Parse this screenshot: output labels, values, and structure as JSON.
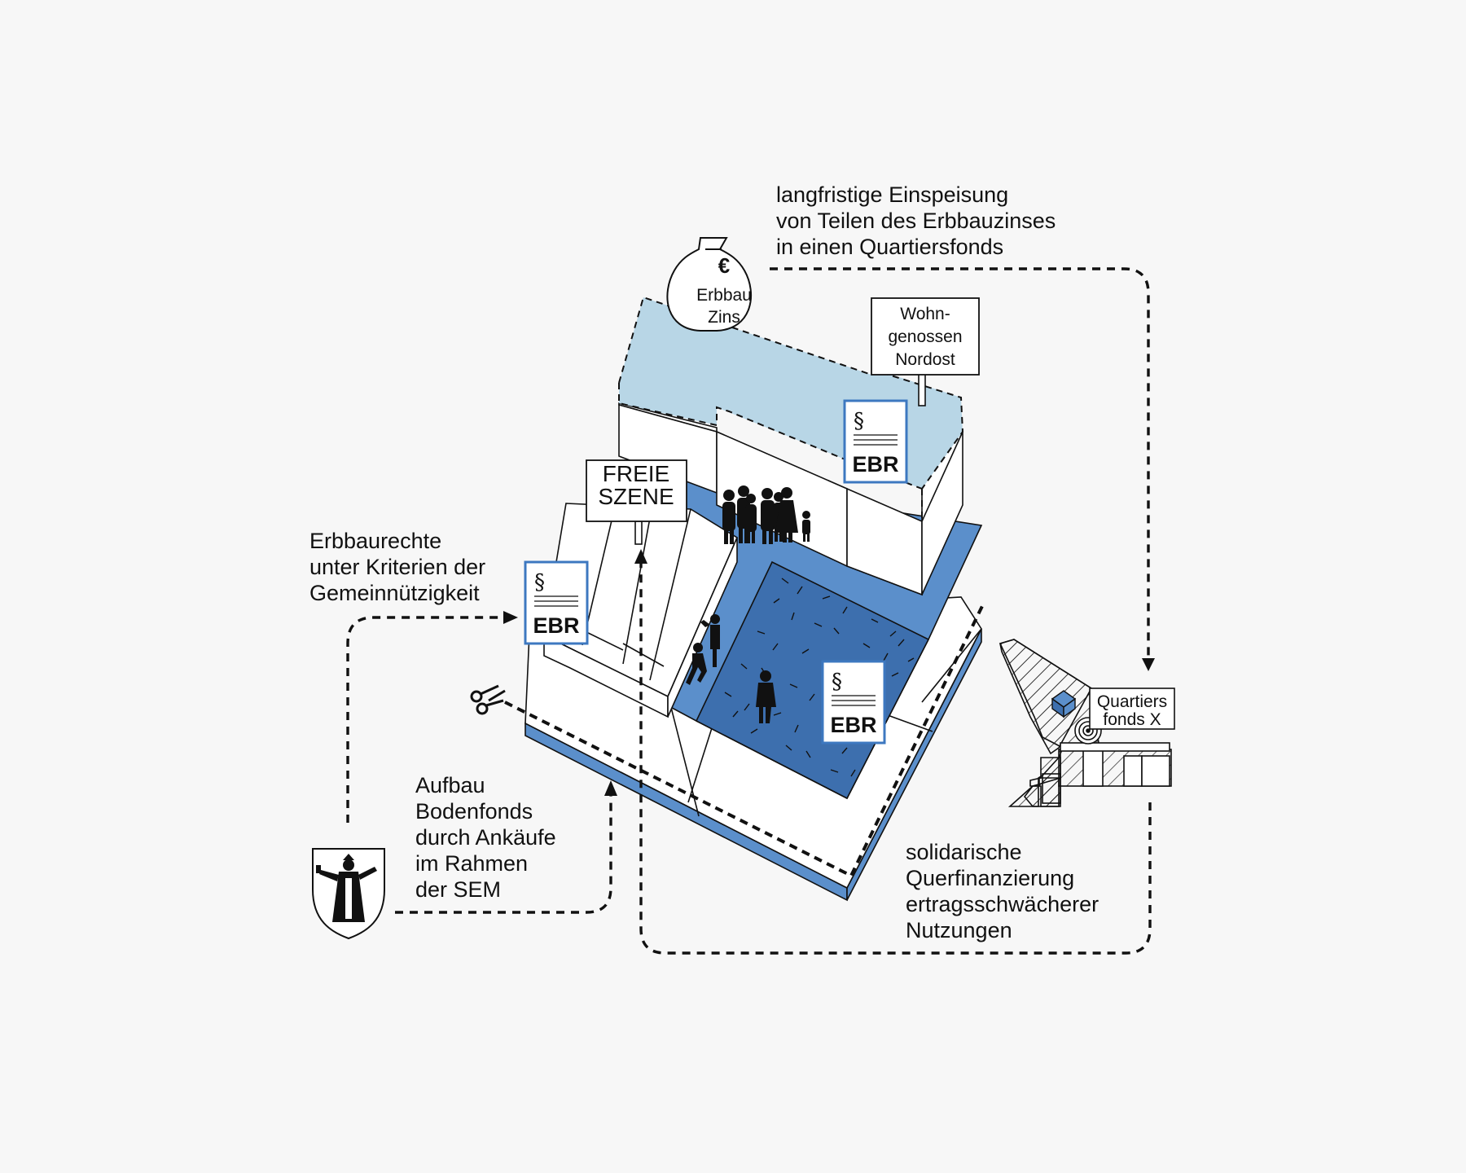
{
  "labels": {
    "top_note": [
      "langfristige Einspeisung",
      "von Teilen des Erbbauzinses",
      "in einen Quartiersfonds"
    ],
    "left_note": [
      "Erbbaurechte",
      "unter Kriterien der",
      "Gemeinnützigkeit"
    ],
    "bottom_note": [
      "Aufbau",
      "Bodenfonds",
      "durch Ankäufe",
      "im Rahmen",
      "der SEM"
    ],
    "right_note": [
      "solidarische",
      "Querfinanzierung",
      "ertragsschwächerer",
      "Nutzungen"
    ]
  },
  "money_bag": {
    "symbol": "€",
    "lines": [
      "Erbbau",
      "Zins"
    ]
  },
  "signs": {
    "freie_szene": [
      "FREIE",
      "SZENE"
    ],
    "wohngenossen": [
      "Wohn-",
      "genossen",
      "Nordost"
    ],
    "quartiersfonds": [
      "Quartiers",
      "fonds X"
    ]
  },
  "ebr_cards": [
    {
      "symbol": "§",
      "label": "EBR"
    },
    {
      "symbol": "§",
      "label": "EBR"
    },
    {
      "symbol": "§",
      "label": "EBR"
    }
  ],
  "colors": {
    "blue": "#5b8fcb",
    "light_blue": "#b8d6e6",
    "card_border": "#3d78c0",
    "ink": "#111111",
    "background": "#f7f7f7"
  }
}
